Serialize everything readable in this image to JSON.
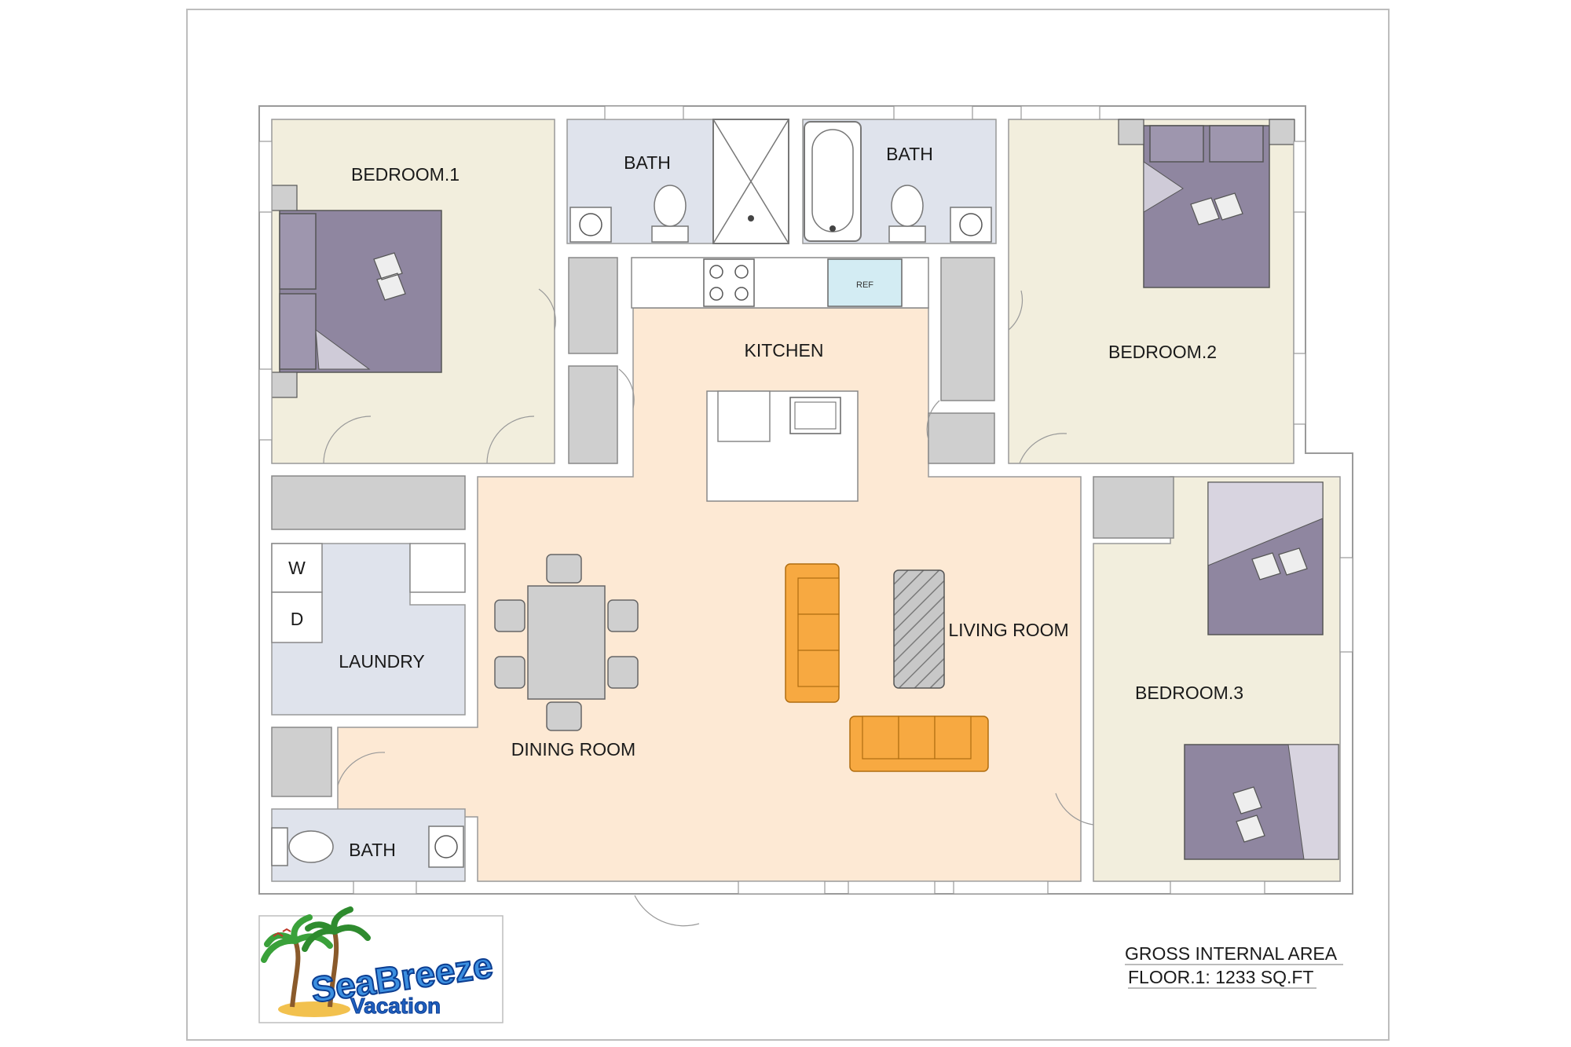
{
  "rooms": {
    "bedroom1": "BEDROOM.1",
    "bath_top_left": "BATH",
    "bath_top_right": "BATH",
    "bedroom2": "BEDROOM.2",
    "kitchen": "KITCHEN",
    "living_room": "LIVING ROOM",
    "dining_room": "DINING ROOM",
    "laundry": "LAUNDRY",
    "bedroom3": "BEDROOM.3",
    "bath_bottom": "BATH"
  },
  "appliances": {
    "refrigerator": "REF",
    "washer": "W",
    "dryer": "D"
  },
  "area": {
    "heading": "GROSS INTERNAL AREA",
    "value": "FLOOR.1: 1233 SQ.FT"
  },
  "logo": {
    "line1": "SeaBreeze",
    "line2": "Vacation"
  },
  "colors": {
    "bedroom": "#f2eedd",
    "living": "#fde9d4",
    "bath": "#dfe3ec",
    "furniture": "#cfcfcf",
    "bed": "#8f86a0",
    "sofa": "#f7a941",
    "wall": "#ffffff"
  }
}
